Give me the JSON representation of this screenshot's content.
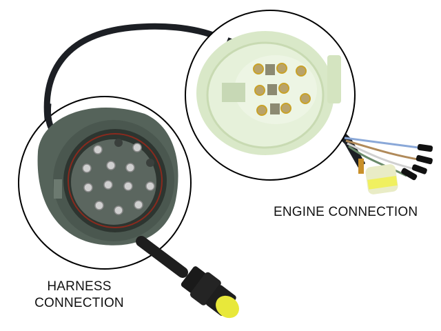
{
  "labels": {
    "engine_connection": "ENGINE CONNECTION",
    "harness_line1": "HARNESS",
    "harness_line2": "CONNECTION"
  },
  "components": {
    "engine_connector": {
      "type": "8-pin connector",
      "color": "#d6e6c4",
      "pin_color": "#c9a227"
    },
    "harness_connector": {
      "type": "14-pin connector",
      "color": "#4b5a52",
      "seal_color": "#8a2a1e"
    },
    "plug_caps": {
      "color": "#e8e84a"
    },
    "cable": {
      "color": "#1c1f24"
    },
    "leads": [
      "#8aa8d8",
      "#b08a5a",
      "#d9d9d9",
      "#6a8a6a"
    ]
  },
  "callouts": {
    "circle_stroke": "#000000"
  }
}
